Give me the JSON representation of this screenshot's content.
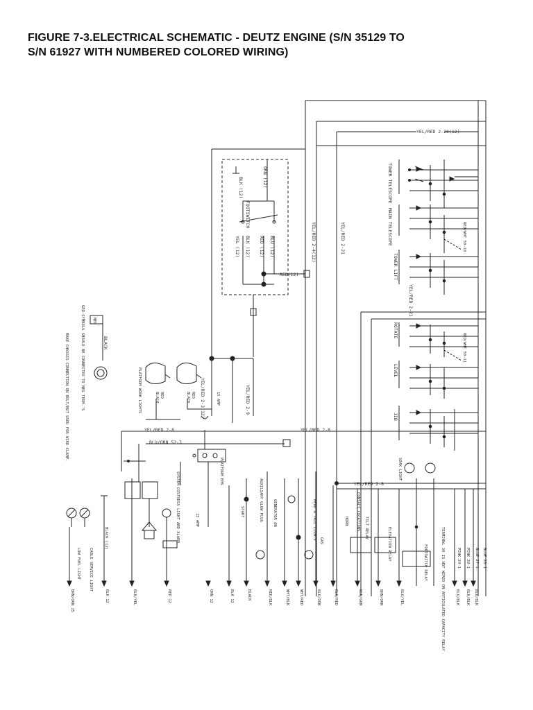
{
  "figure": {
    "title_line1": "FIGURE 7-3.ELECTRICAL SCHEMATIC - DEUTZ ENGINE (S/N 35129 TO",
    "title_line2": "S/N 61927 WITH NUMBERED COLORED WIRING)"
  },
  "labels": {
    "yel_red_2_20_12": "YEL/RED 2-20(12)",
    "yel_red_2_4_12": "YEL/RED 2-4(12)",
    "yel_red_2_21": "YEL/RED 2-21",
    "yel_red_2_21b": "YEL/RED 2-21",
    "yel_red_2_8": "YEL/RED 2-8",
    "yel_red_2_8b": "YEL/RED 2-8",
    "yel_red_2_8c": "YEL/RED 2-8",
    "yel_red_2_9": "YEL/RED 2-9",
    "yel_red_2_3_12": "YEL/RED 2-3(12)",
    "blu_orn_52_3": "BLU/ORN 52-3",
    "red_12": "RED(12)",
    "orn_12": "ORN (12)",
    "blk_12": "BLK (12)",
    "blu_12": "BLU (12)",
    "red_12b": "RED (12)",
    "blk_12b": "BLK (12)",
    "yel_12": "YEL (12)",
    "footswitch": "FOOTSWITCH",
    "tower_telescope": "TOWER TELESCOPE",
    "main_telescope": "MAIN TELESCOPE",
    "tower_lift": "TOWER LIFT",
    "rotate": "ROTATE",
    "level": "LEVEL",
    "jib": "JIB",
    "black": "BLACK",
    "neg": "NEG",
    "grd_note": "GRD SYMBOLS SHOULD BE CONNECTED TO NEG TERM.'S",
    "chassis_note": "MAKE CHASSIS CONNECTION ON BOLT/NUT USED FOR WIRE CLAMP.",
    "platform_work_lights": "PLATFORM WORK LIGHTS",
    "red": "RED",
    "black2": "BLACK",
    "red2": "RED",
    "black3": "BLACK",
    "amp15": "15 AMP",
    "amp15b": "15 AMP",
    "platform_ems": "PLATFORM EMS",
    "system_distress": "SYSTEM DISTRESS LIGHT AND ALARM",
    "start": "START",
    "generator_on": "GENERATOR ON",
    "auxiliary_glow": "AUXILIARY GLOW PLUG",
    "head_tail": "HEAD & TAIL LIGHTS",
    "gas": "GAS",
    "horn": "HORN",
    "contact_locations": "CONTACT LOCATIONS",
    "tilt_relay": "TILT RELAY",
    "elevation_relay": "ELEVATION RELAY",
    "footswitch_relay": "FOOTSWITCH RELAY",
    "soak_light": "SOAK LIGHT",
    "terminal_note": "TERMINAL 30 IS NOT WIRED ON ARTICULATED CAPACITY RELAY",
    "cable_service": "CABLE SERVICE LIGHT",
    "low_fuel": "LOW FUEL LIGHT",
    "black_12": "BLACK (12)",
    "wire_outputs": [
      "BRN/ORN 25",
      "BLK 12",
      "BLK/YEL",
      "RED 12",
      "ORN 12",
      "BLK 12",
      "BLACK",
      "RED/BLK",
      "WHT/BLK",
      "WHT/RED",
      "BLU/ORN",
      "BLU/RED",
      "BLU/GRN",
      "BRN/ORN",
      "BLU/YEL",
      "BLU/BLK",
      "BLK/BLK",
      "BLU/BLK"
    ],
    "pink_29_1": "PINK 29-1",
    "pink_28_1": "PINK 28-1",
    "blue_27_1": "BLUE 27-1",
    "blue_26_1": "BLUE 26-1",
    "red_wht_50_10": "RED/WHT 50-10",
    "red_wht_50_11": "RED/WHT 50-11"
  }
}
